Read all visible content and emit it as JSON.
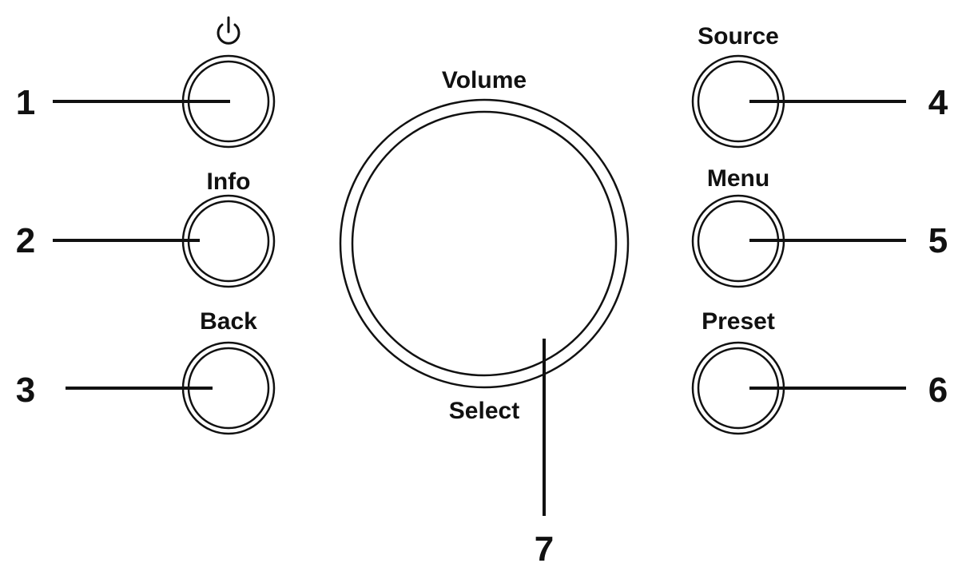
{
  "buttons": {
    "power": {
      "number": "1",
      "icon": "power-icon"
    },
    "info": {
      "number": "2",
      "label": "Info"
    },
    "back": {
      "number": "3",
      "label": "Back"
    },
    "source": {
      "number": "4",
      "label": "Source"
    },
    "menu": {
      "number": "5",
      "label": "Menu"
    },
    "preset": {
      "number": "6",
      "label": "Preset"
    }
  },
  "knob": {
    "number": "7",
    "top_label": "Volume",
    "bottom_label": "Select"
  }
}
